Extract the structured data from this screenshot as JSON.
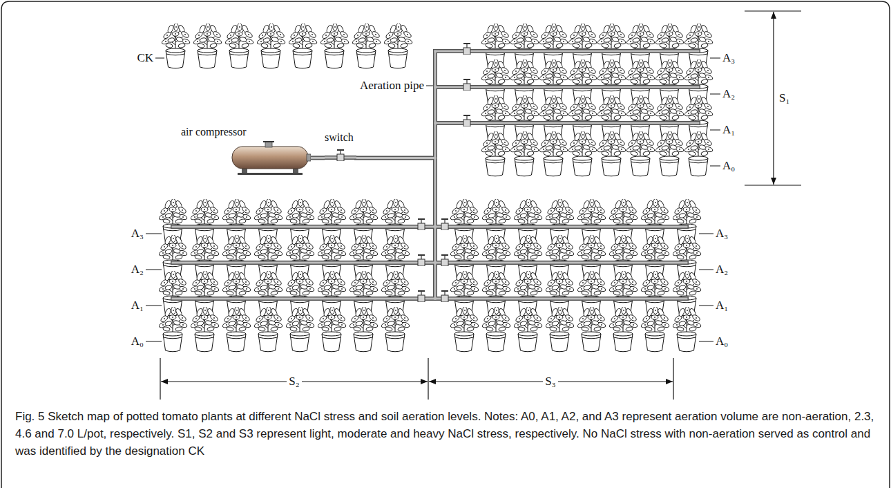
{
  "diagram": {
    "caption": "Fig. 5 Sketch map of potted tomato plants at different NaCl stress and soil aeration levels. Notes: A0, A1, A2, and A3 represent aeration volume are non-aeration, 2.3, 4.6 and 7.0 L/pot, respectively. S1, S2 and S3 represent light, moderate and heavy NaCl stress, respectively. No NaCl stress with non-aeration served as control and was identified by the designation CK",
    "nodes": [
      {
        "text": [
          "air compressor"
        ]
      },
      {
        "text": [
          "switch"
        ]
      }
    ],
    "edges": [
      {
        "from": 0,
        "to": 1,
        "arrow": "none"
      }
    ],
    "labels": [
      "CK",
      "Aeration pipe",
      "A₃",
      "A₂",
      "A₁",
      "A₀",
      "S₁",
      "A₃",
      "A₂",
      "A₁",
      "A₀",
      "A₃",
      "A₂",
      "A₁",
      "A₀",
      "S₂",
      "S₃"
    ]
  }
}
